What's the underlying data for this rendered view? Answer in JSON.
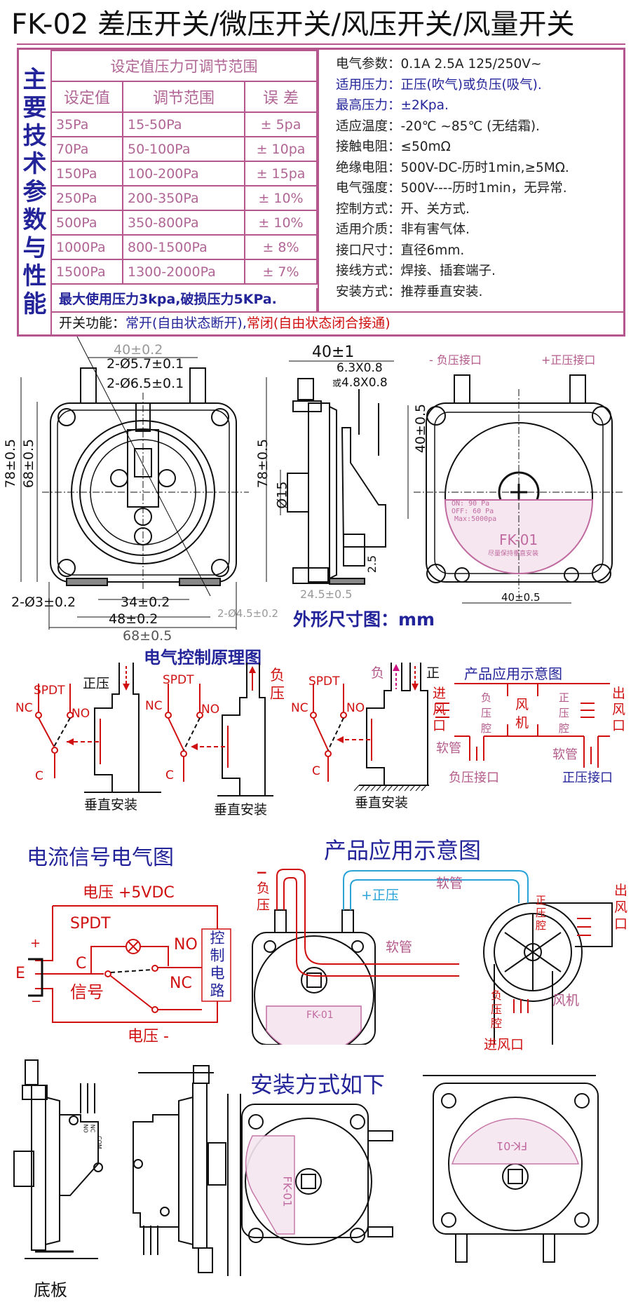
{
  "title": "FK-02 差压开关/微压开关/风压开关/风量开关",
  "spec_table": {
    "side_label": [
      "主",
      "要",
      "技",
      "术",
      "参",
      "数",
      "与",
      "性",
      "能"
    ],
    "header": "设定值压力可调节范围",
    "columns": [
      "设定值",
      "调节范围",
      "误  差"
    ],
    "rows": [
      {
        "set": "35Pa",
        "range": "15-50Pa",
        "error": "± 5pa"
      },
      {
        "set": "70Pa",
        "range": "50-100Pa",
        "error": "± 10pa"
      },
      {
        "set": "150Pa",
        "range": "100-200Pa",
        "error": "± 15pa"
      },
      {
        "set": "250Pa",
        "range": "200-350Pa",
        "error": "± 10%"
      },
      {
        "set": "500Pa",
        "range": "350-800Pa",
        "error": "± 10%"
      },
      {
        "set": "1000Pa",
        "range": "800-1500Pa",
        "error": "± 8%"
      },
      {
        "set": "1500Pa",
        "range": "1300-2000Pa",
        "error": "± 7%"
      }
    ],
    "max_pressure": "最大使用压力3kpa,破损压力5KPa.",
    "switch_function": {
      "label": "开关功能：",
      "no": "常开(自由状态断开),",
      "nc": "常闭(自由状态闭合接通)"
    }
  },
  "specs": [
    {
      "label": "电气参数",
      "value": "0.1A  2.5A  125/250V~",
      "highlight": false
    },
    {
      "label": "适用压力",
      "value": "正压(吹气)或负压(吸气).",
      "highlight": true
    },
    {
      "label": "最高压力",
      "value": "±2Kpa.",
      "highlight": true
    },
    {
      "label": "适应温度",
      "value": "-20℃ ~85℃ (无结霜).",
      "highlight": false
    },
    {
      "label": "接触电阻",
      "value": "≤50mΩ",
      "highlight": false
    },
    {
      "label": "绝缘电阻",
      "value": "500V-DC-历时1min,≥5MΩ.",
      "highlight": false
    },
    {
      "label": "电气强度",
      "value": "500V----历时1min，无异常.",
      "highlight": false
    },
    {
      "label": "控制方式",
      "value": "开、关方式.",
      "highlight": false
    },
    {
      "label": "适用介质",
      "value": "非有害气体.",
      "highlight": false
    },
    {
      "label": "接口尺寸",
      "value": "直径6mm.",
      "highlight": false
    },
    {
      "label": "接线方式",
      "value": "焊接、插套端子.",
      "highlight": false
    },
    {
      "label": "安装方式",
      "value": "推荐垂直安装.",
      "highlight": false
    }
  ],
  "dimensions": {
    "front": {
      "top_width": "40±0.2",
      "port_inner": "2-Ø5.7±0.1",
      "port_outer": "2-Ø6.5±0.1",
      "height_total": "78±0.5",
      "height_body": "68±0.5",
      "hole_small": "2-Ø3±0.2",
      "hole_spacing_inner": "34±0.2",
      "hole_spacing_outer": "48±0.2",
      "width_total": "68±0.5",
      "hole_large": "2-Ø4.5±0.2"
    },
    "side": {
      "depth": "40±1",
      "terminal_a": "6.3X0.8",
      "terminal_b_prefix": "或",
      "terminal_b": "4.8X0.8",
      "height_total": "78±0.5",
      "boss_dia": "Ø15",
      "switch_height": "40±0.5",
      "base_thickness": "2.5",
      "base_depth": "24.5±0.5"
    },
    "back": {
      "neg_port": "- 负压接口",
      "pos_port": "+正压接口",
      "mount_spacing": "40±0.5",
      "label_on": "ON:   90 Pa",
      "label_off": "OFF:  60 Pa",
      "label_max": "Max:5000pa",
      "model": "FK-01",
      "label_note": "尽量保持垂直安装"
    },
    "caption": "外形尺寸图：mm"
  },
  "principle": {
    "title": "电气控制原理图",
    "spdt": "SPDT",
    "nc": "NC",
    "no": "NO",
    "c": "C",
    "positive": "正压",
    "negative": "负压",
    "neg_short": "负",
    "pos_short": "正",
    "mount": "垂直安装"
  },
  "app_block": {
    "title": "产品应用示意图",
    "inlet": "进风口",
    "outlet": "出风口",
    "neg_chamber": "负压腔",
    "pos_chamber": "正压腔",
    "fan": "风机",
    "hose": "软管",
    "neg_port": "负压接口",
    "pos_port": "正压接口"
  },
  "signal": {
    "title": "电流信号电气图",
    "vplus": "电压 +5VDC",
    "vminus": "电压 -",
    "spdt": "SPDT",
    "c": "C",
    "no": "NO",
    "nc": "NC",
    "signal": "信号",
    "e": "E",
    "plus": "+",
    "minus": "−",
    "control": [
      "控",
      "制",
      "电",
      "路"
    ]
  },
  "app_pic": {
    "title": "产品应用示意图",
    "neg": "负压",
    "neg_sign": "−",
    "pos": "+正压",
    "hose": "软管",
    "pos_chamber": "正压腔",
    "outlet": "出风口",
    "fan": "风机",
    "neg_chamber": "负压腔",
    "inlet": "进风口",
    "model": "FK-01"
  },
  "install": {
    "title": "安装方式如下",
    "base": "底板",
    "model": "FK-01",
    "pins": [
      "NO",
      "NC",
      "COM"
    ]
  },
  "colors": {
    "border_pink": "#b5568f",
    "navy": "#24249a",
    "red": "#d01010",
    "cyan": "#2aa3d8",
    "label_pink": "#c06aa0"
  }
}
